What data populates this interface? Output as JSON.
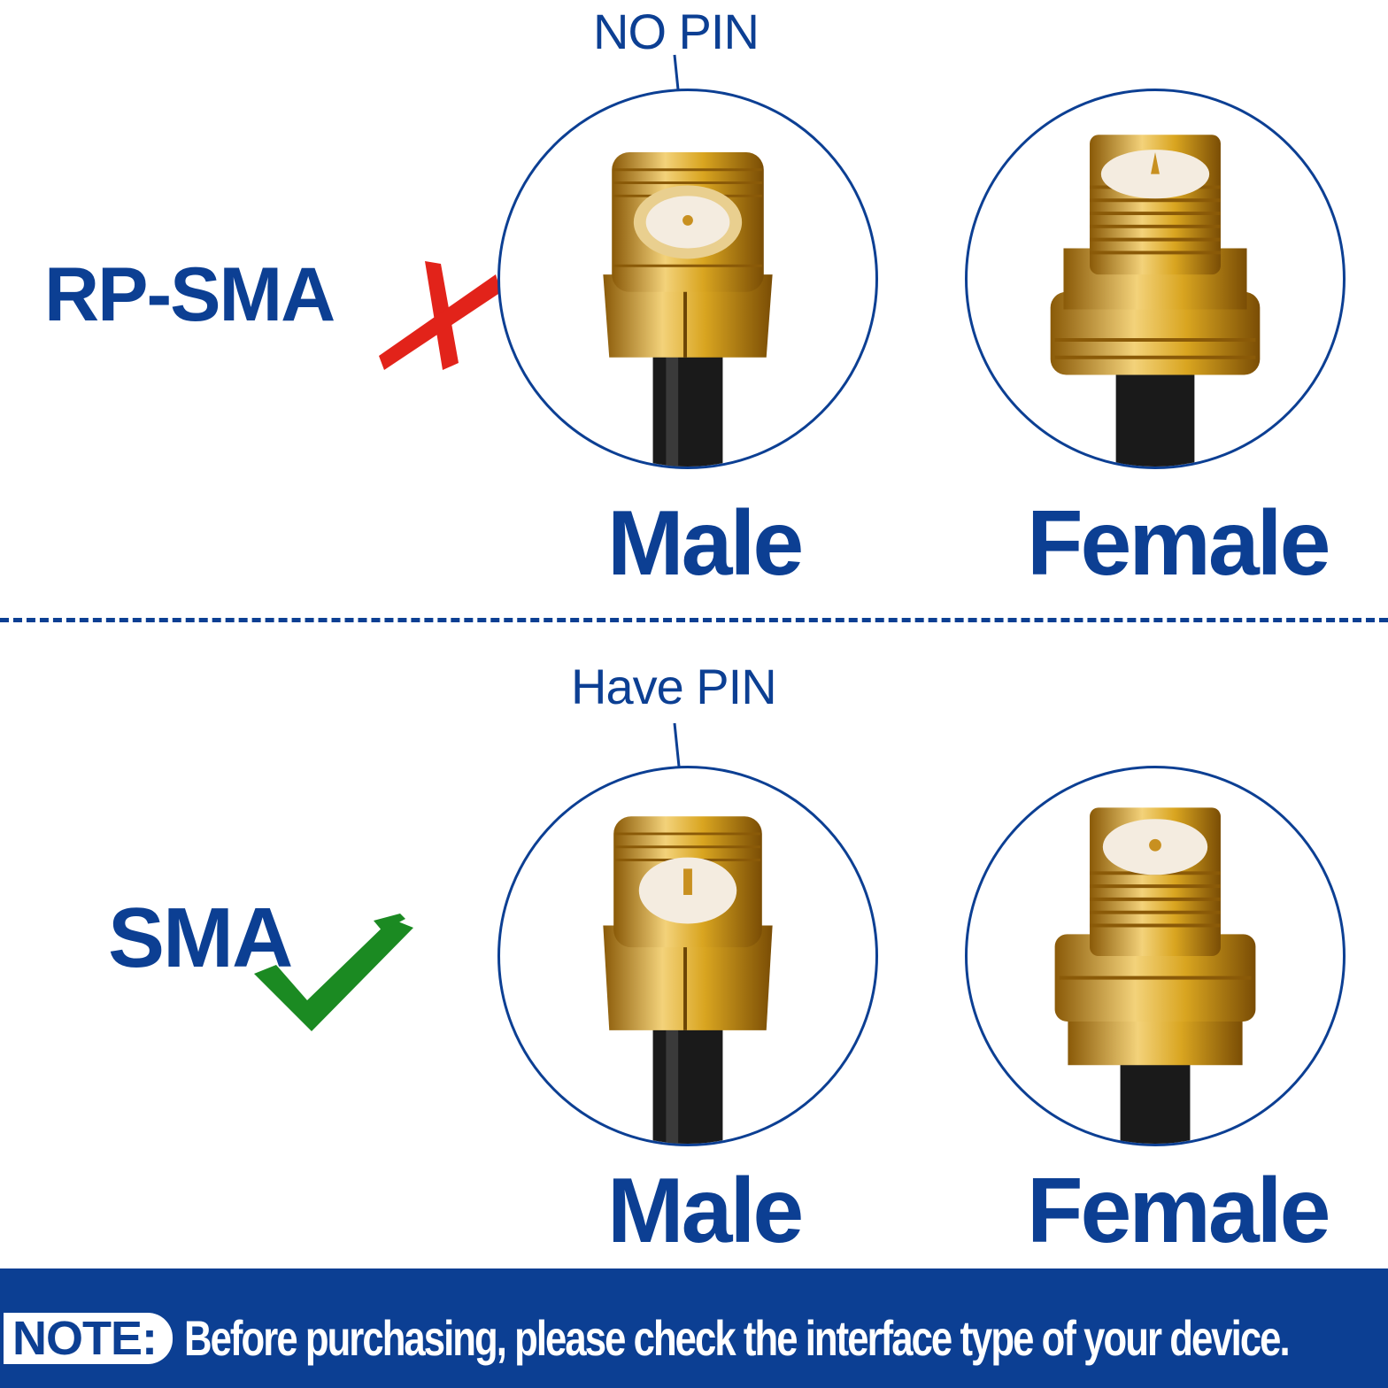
{
  "colors": {
    "brand_blue": "#0c3f93",
    "cross_red": "#e2231a",
    "check_green": "#1b8a22",
    "gold": "#d9a520",
    "cable_black": "#1a1a1a"
  },
  "rp_sma_section": {
    "title": "RP-SMA",
    "status_icon": "red-cross-icon",
    "pin_note": "NO PIN",
    "male_label": "Male",
    "female_label": "Female"
  },
  "sma_section": {
    "title": "SMA",
    "status_icon": "green-check-icon",
    "pin_note": "Have PIN",
    "male_label": "Male",
    "female_label": "Female"
  },
  "note": {
    "badge": "NOTE:",
    "text": "Before purchasing, please check the interface type of your device."
  }
}
